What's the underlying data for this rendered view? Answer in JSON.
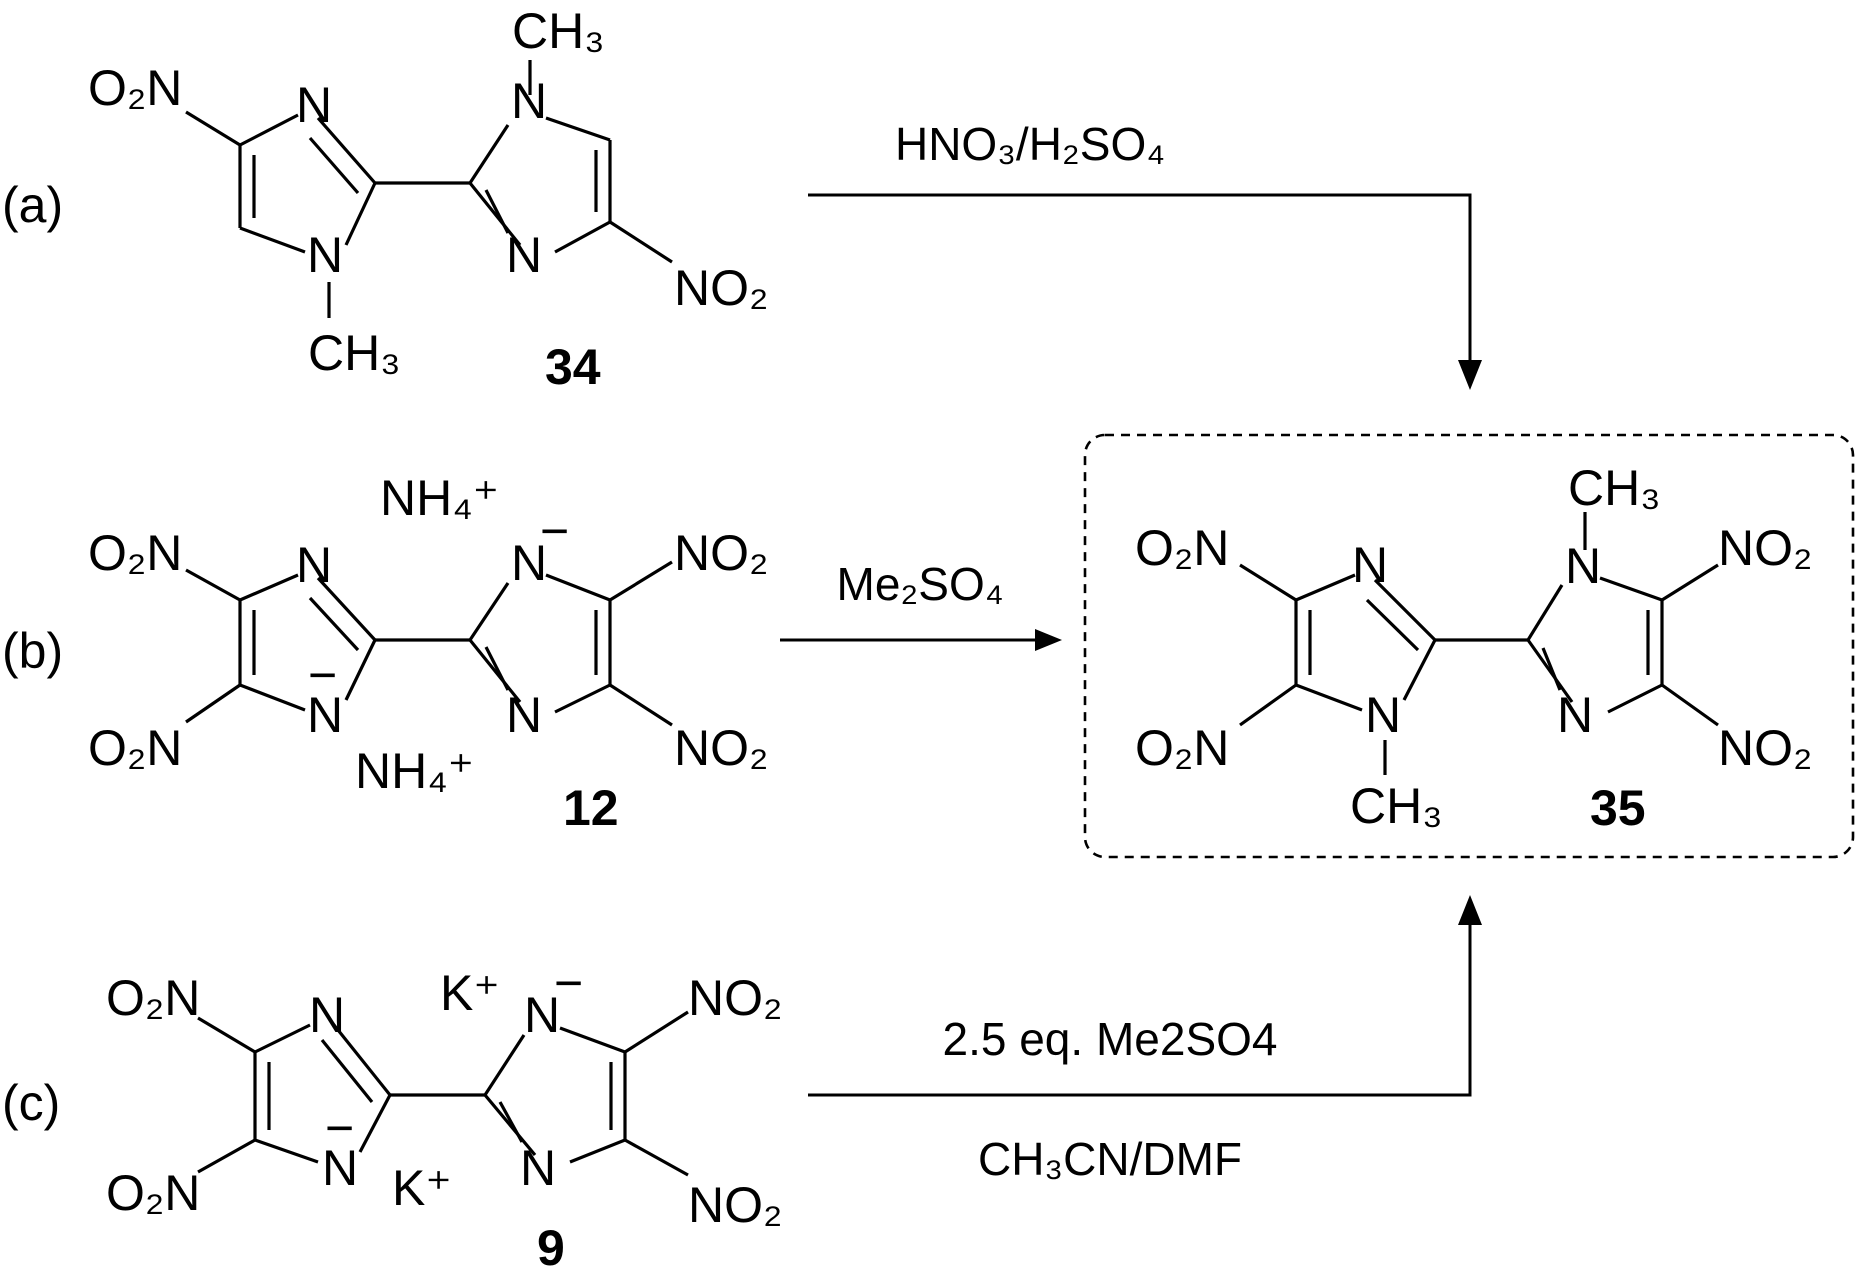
{
  "rows": {
    "a": {
      "label": "(a)"
    },
    "b": {
      "label": "(b)"
    },
    "c": {
      "label": "(c)"
    }
  },
  "compounds": {
    "c34": {
      "number": "34"
    },
    "c12": {
      "number": "12"
    },
    "c9": {
      "number": "9"
    },
    "c35": {
      "number": "35"
    }
  },
  "atoms": {
    "N": "N",
    "nitro_left": "O2N",
    "nitro_right": "NO2",
    "methyl": "CH3",
    "ammonium": "NH4+",
    "potassium": "K+",
    "anion_charge": "−"
  },
  "reagents": {
    "a": "HNO3/H2SO4",
    "b": "Me2SO4",
    "c_above": "2.5 eq. Me2SO4",
    "c_below": "CH3CN/DMF"
  },
  "icons": {
    "arrowhead": "filled-triangle-arrowhead",
    "product_frame": "dashed-rounded-rectangle"
  }
}
